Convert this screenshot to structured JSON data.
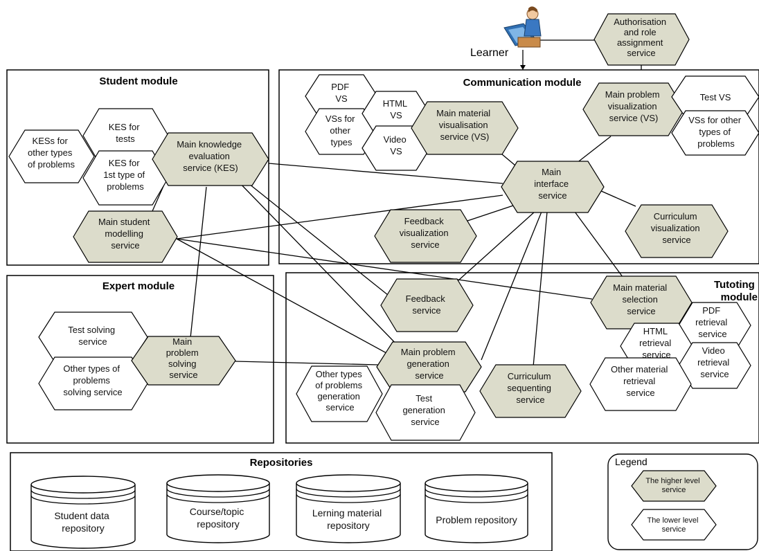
{
  "learner_label": "Learner",
  "modules": {
    "student": "Student module",
    "communication": "Communication module",
    "expert": "Expert module",
    "tutoring": [
      "Tutoting",
      "module"
    ],
    "repositories": "Repositories"
  },
  "services": {
    "auth": [
      "Authorisation",
      "and role",
      "assignment",
      "service"
    ],
    "kes_main": [
      "Main knowledge",
      "evaluation",
      "service (KES)"
    ],
    "kes_tests": [
      "KES for",
      "tests"
    ],
    "kes_other": [
      "KESs for",
      "other types",
      "of problems"
    ],
    "kes_first": [
      "KES for",
      "1st type of",
      "problems"
    ],
    "student_model": [
      "Main student",
      "modelling",
      "service"
    ],
    "pdf_vs": [
      "PDF",
      "VS"
    ],
    "html_vs": [
      "HTML",
      "VS"
    ],
    "vs_other": [
      "VSs for",
      "other",
      "types"
    ],
    "video_vs": [
      "Video",
      "VS"
    ],
    "material_vs": [
      "Main material",
      "visualisation",
      "service (VS)"
    ],
    "problem_vs": [
      "Main problem",
      "visualization",
      "service (VS)"
    ],
    "test_vs": [
      "Test VS"
    ],
    "vs_other_problems": [
      "VSs for other",
      "types of",
      "problems"
    ],
    "interface": [
      "Main",
      "interface",
      "service"
    ],
    "feedback_vis": [
      "Feedback",
      "visualization",
      "service"
    ],
    "curriculum_vis": [
      "Curriculum",
      "visualization",
      "service"
    ],
    "feedback": [
      "Feedback",
      "service"
    ],
    "material_selection": [
      "Main material",
      "selection",
      "service"
    ],
    "pdf_retrieval": [
      "PDF",
      "retrieval",
      "service"
    ],
    "html_retrieval": [
      "HTML",
      "retrieval",
      "service"
    ],
    "video_retrieval": [
      "Video",
      "retrieval",
      "service"
    ],
    "other_retrieval": [
      "Other material",
      "retrieval",
      "service"
    ],
    "problem_gen": [
      "Main problem",
      "generation",
      "service"
    ],
    "other_gen": [
      "Other types",
      "of problems",
      "generation",
      "service"
    ],
    "test_gen": [
      "Test",
      "generation",
      "service"
    ],
    "curriculum_seq": [
      "Curriculum",
      "sequenting",
      "service"
    ],
    "test_solving": [
      "Test solving",
      "service"
    ],
    "problem_solving": [
      "Main",
      "problem",
      "solving",
      "service"
    ],
    "other_solving": [
      "Other types of",
      "problems",
      "solving service"
    ]
  },
  "repositories": [
    [
      "Student data",
      "repository"
    ],
    [
      "Course/topic",
      "repository"
    ],
    [
      "Lerning material",
      "repository"
    ],
    [
      "Problem repository"
    ]
  ],
  "legend": {
    "title": "Legend",
    "higher": [
      "The higher level",
      "service"
    ],
    "lower": [
      "The lower level",
      "service"
    ]
  },
  "colors": {
    "higher_level_fill": "#dcdccb",
    "lower_level_fill": "#ffffff",
    "stroke": "#000000"
  }
}
